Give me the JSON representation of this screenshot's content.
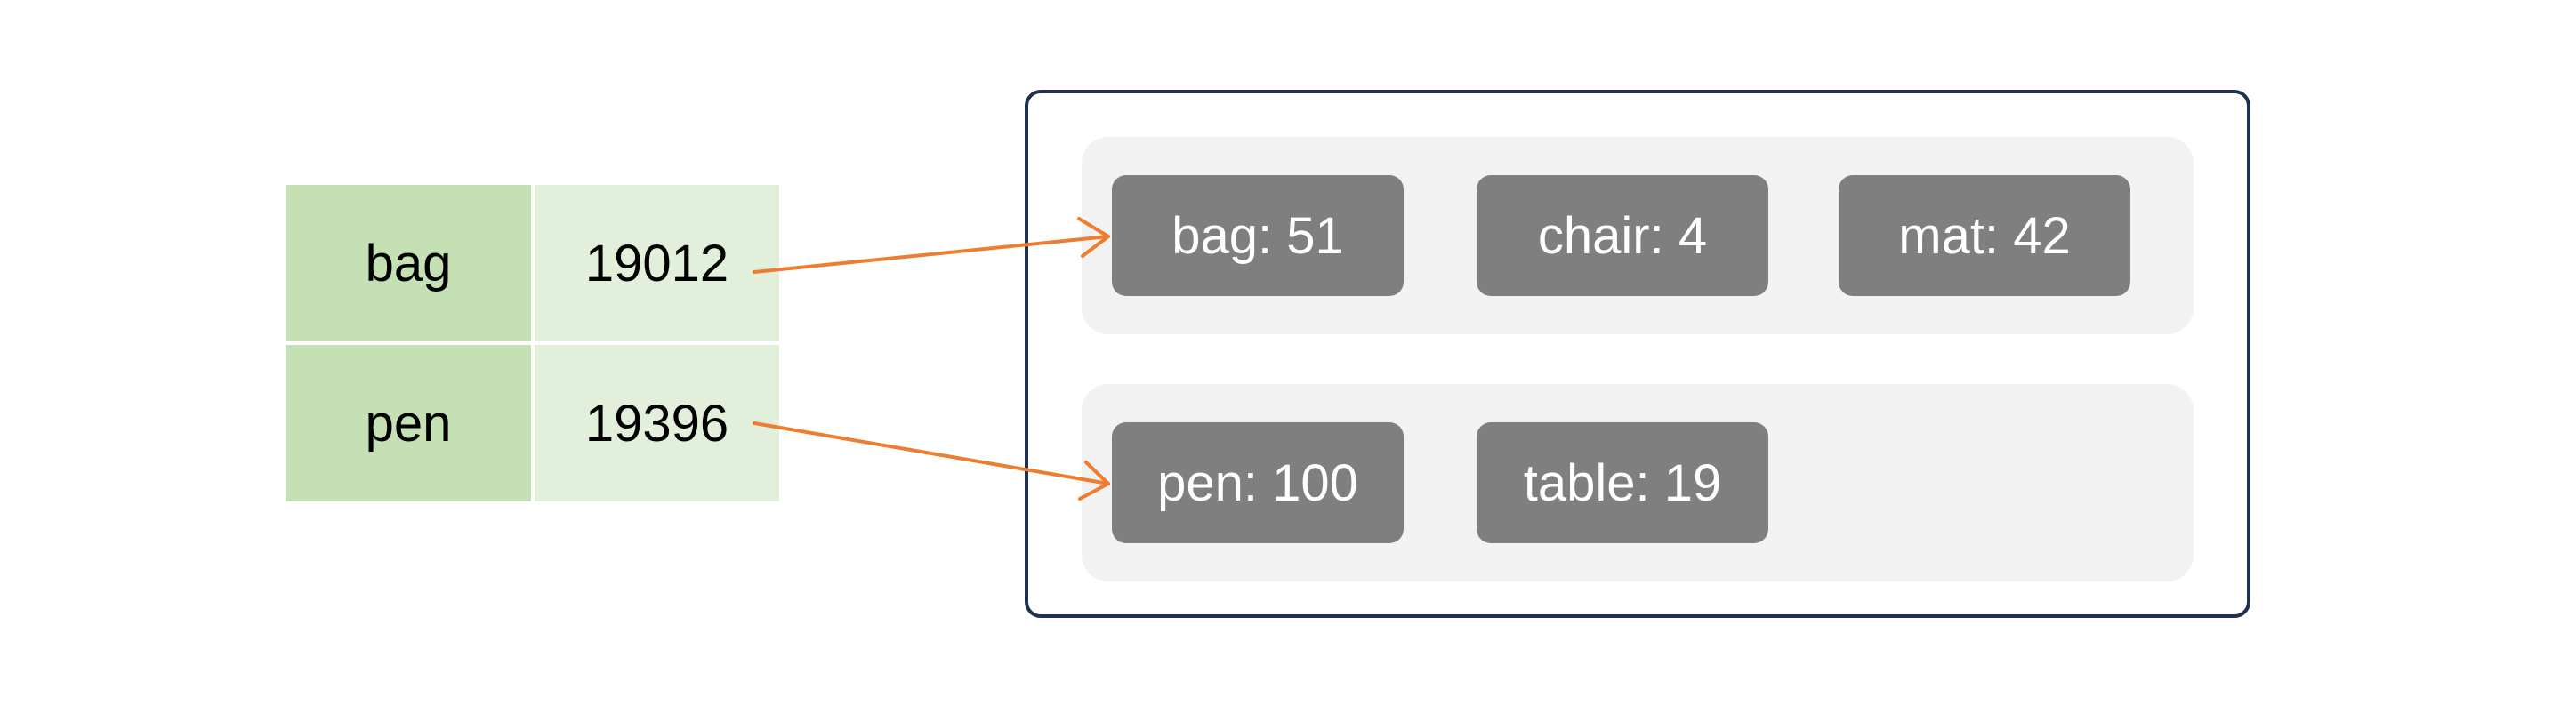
{
  "table": {
    "rows": [
      {
        "key": "bag",
        "value": "19012"
      },
      {
        "key": "pen",
        "value": "19396"
      }
    ]
  },
  "buckets": [
    {
      "entries": [
        "bag: 51",
        "chair: 4",
        "mat: 42"
      ]
    },
    {
      "entries": [
        "pen: 100",
        "table: 19"
      ]
    }
  ],
  "colors": {
    "key_cell": "#c5e0b4",
    "value_cell": "#e2efda",
    "container_border": "#1f3050",
    "bucket_bg": "#f2f2f2",
    "entry_bg": "#7f7f7f",
    "arrow": "#ed7d31"
  }
}
